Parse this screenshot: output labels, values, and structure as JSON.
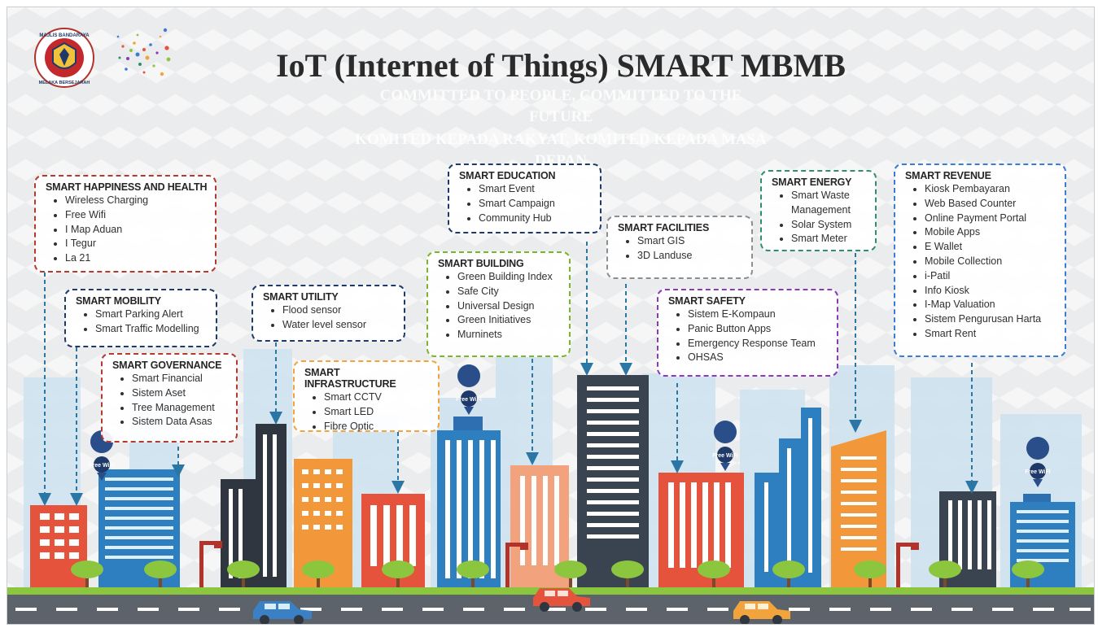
{
  "title": "IoT (Internet of Things) SMART MBMB",
  "motto": {
    "line1": "COMMITTED TO PEOPLE, COMMITTED TO THE",
    "line2": "FUTURE",
    "line3": "KOMITED KEPADA RAKYAT, KOMITED KEPADA MASA",
    "line4": "DEPAN"
  },
  "logo": {
    "top_text": "MAJLIS BANDARAYA",
    "bottom_text": "MELAKA BERSEJARAH"
  },
  "wifi_label": "Free WiFi",
  "colors": {
    "red": "#b53a2e",
    "navy": "#1f3a68",
    "green": "#7bb52a",
    "orange": "#f2a33c",
    "gray": "#8e8e8e",
    "purple": "#8a3ab9",
    "teal": "#2e8f6c",
    "blue": "#3a7bd5"
  },
  "boxes": [
    {
      "id": "happiness",
      "title": "SMART HAPPINESS AND HEALTH",
      "items": [
        "Wireless Charging",
        "Free Wifi",
        "I Map Aduan",
        "I Tegur",
        "La 21"
      ]
    },
    {
      "id": "mobility",
      "title": "SMART MOBILITY",
      "items": [
        "Smart Parking Alert",
        "Smart Traffic Modelling"
      ]
    },
    {
      "id": "governance",
      "title": "SMART GOVERNANCE",
      "items": [
        "Smart Financial",
        "Sistem Aset",
        "Tree Management",
        "Sistem Data Asas"
      ]
    },
    {
      "id": "utility",
      "title": "SMART UTILITY",
      "items": [
        "Flood sensor",
        "Water level sensor"
      ]
    },
    {
      "id": "infrastructure",
      "title": "SMART INFRASTRUCTURE",
      "items": [
        "Smart CCTV",
        "Smart LED",
        "Fibre Optic"
      ]
    },
    {
      "id": "education",
      "title": "SMART EDUCATION",
      "items": [
        "Smart Event",
        "Smart Campaign",
        "Community Hub"
      ]
    },
    {
      "id": "building",
      "title": "SMART BUILDING",
      "items": [
        "Green Building Index",
        "Safe City",
        "Universal Design",
        "Green Initiatives",
        "Murninets"
      ]
    },
    {
      "id": "facilities",
      "title": "SMART FACILITIES",
      "items": [
        "Smart GIS",
        "3D Landuse"
      ]
    },
    {
      "id": "safety",
      "title": "SMART SAFETY",
      "items": [
        "Sistem E-Kompaun",
        "Panic Button Apps",
        "Emergency Response Team",
        "OHSAS"
      ]
    },
    {
      "id": "energy",
      "title": "SMART ENERGY",
      "items": [
        "Smart Waste Management",
        "Solar System",
        "Smart Meter"
      ]
    },
    {
      "id": "revenue",
      "title": "SMART REVENUE",
      "items": [
        "Kiosk Pembayaran",
        "Web Based Counter",
        "Online Payment Portal",
        "Mobile Apps",
        "E Wallet",
        "Mobile Collection",
        "i-Patil",
        "Info Kiosk",
        "I-Map Valuation",
        "Sistem Pengurusan Harta",
        "Smart Rent"
      ]
    }
  ]
}
